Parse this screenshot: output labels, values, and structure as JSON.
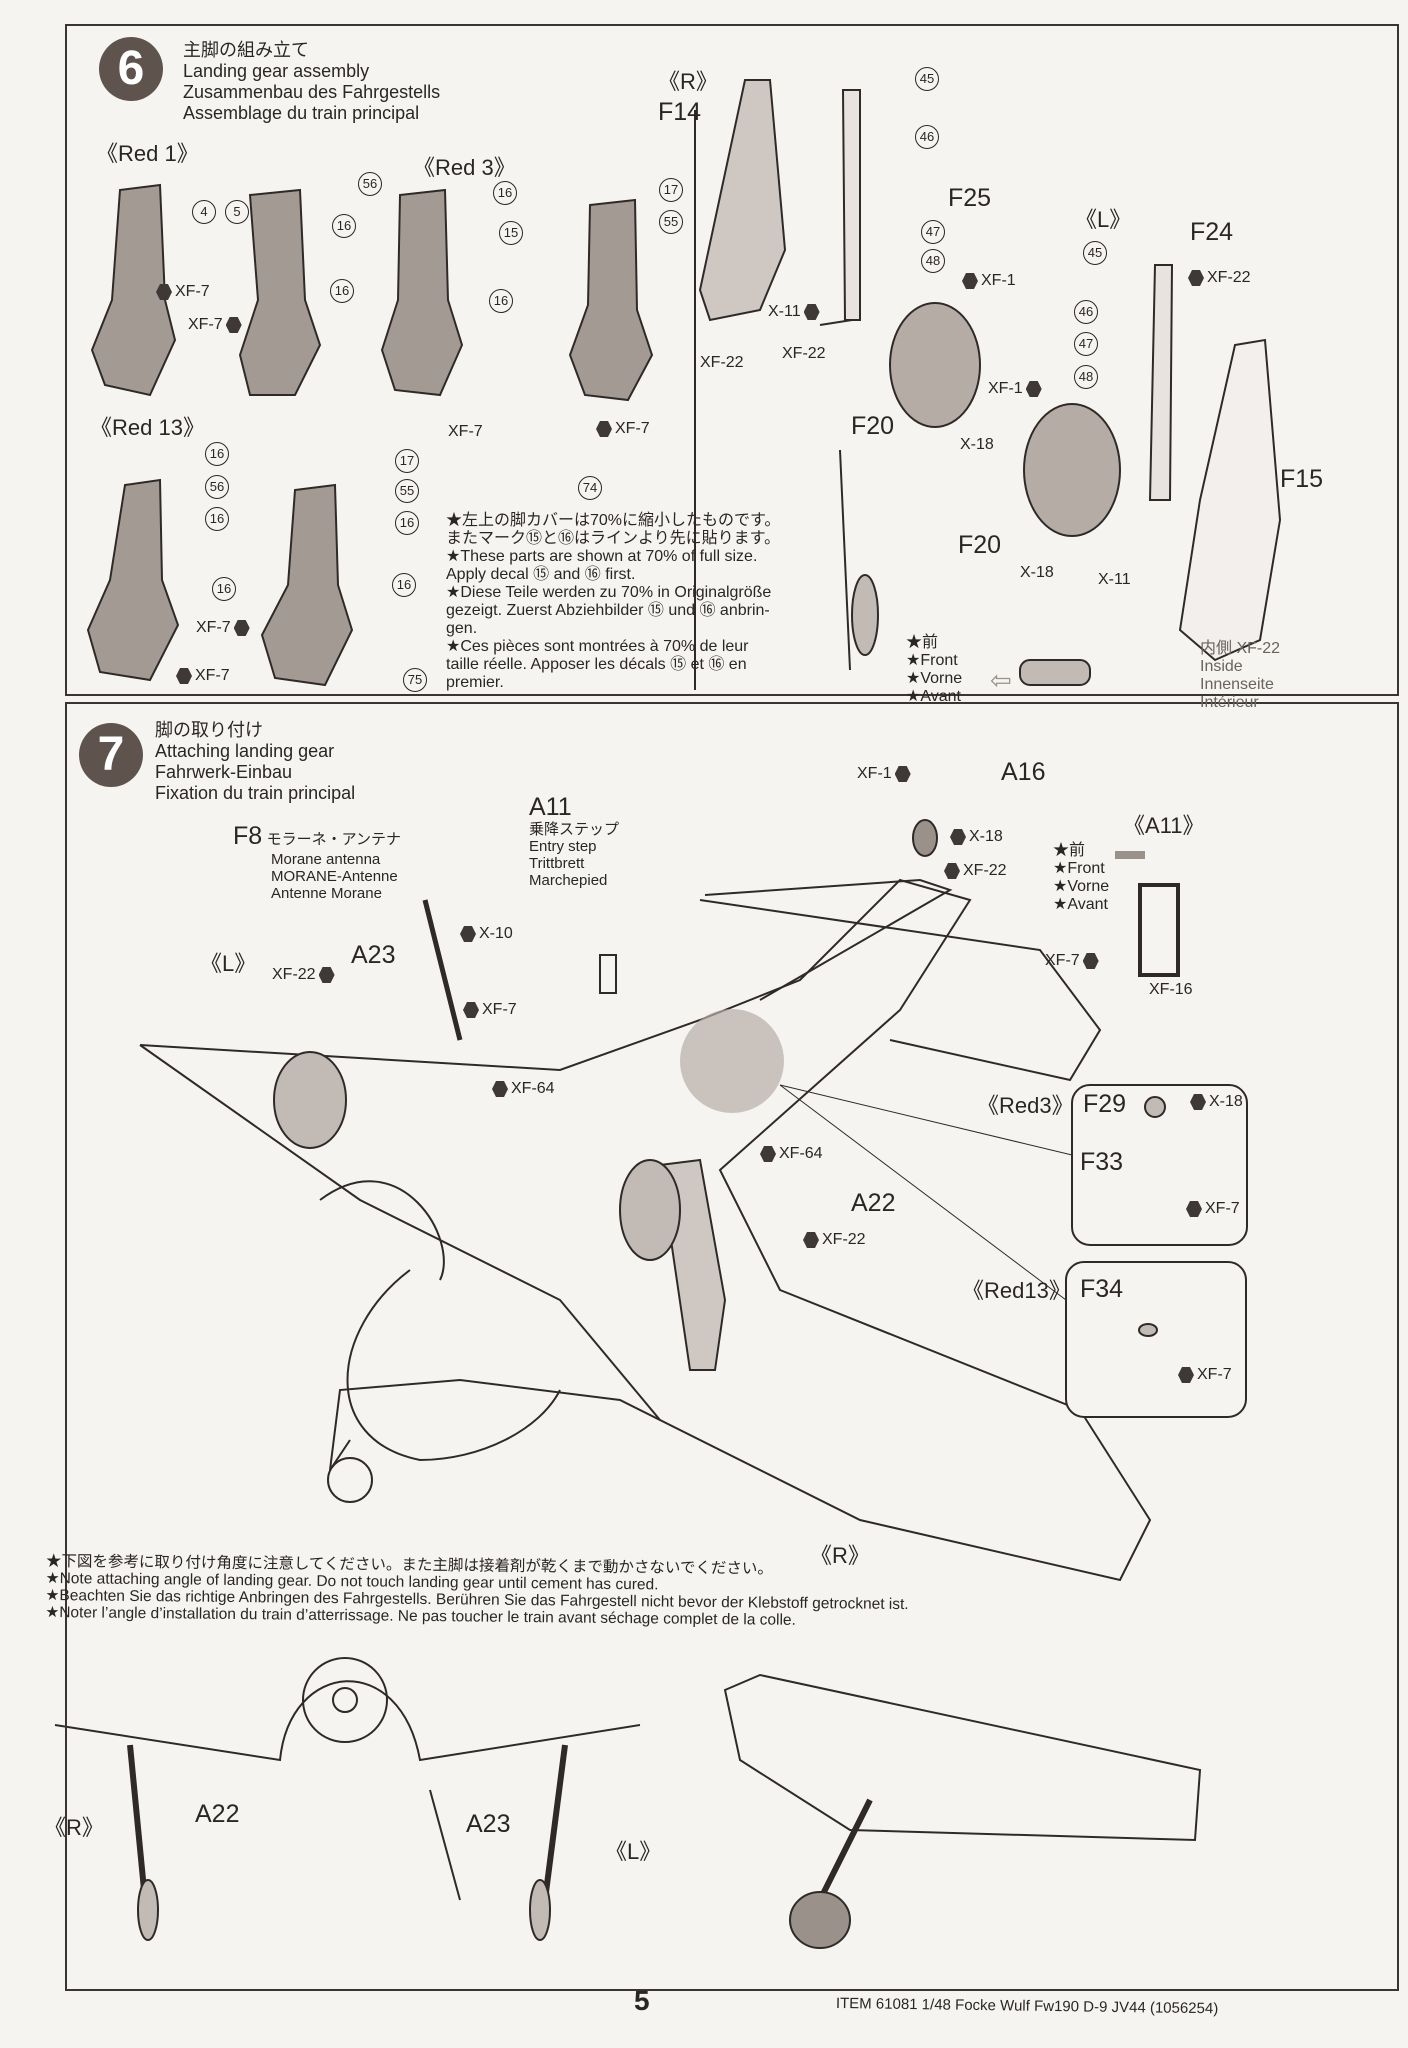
{
  "step6": {
    "number": "6",
    "title_ja": "主脚の組み立て",
    "title_en": "Landing gear assembly",
    "title_de": "Zusammenbau des Fahrgestells",
    "title_fr": "Assemblage du train principal",
    "groups": {
      "red1": "《Red 1》",
      "red3": "《Red 3》",
      "red13": "《Red 13》",
      "right": "《R》",
      "left": "《L》"
    },
    "decals": [
      "4",
      "5",
      "56",
      "16",
      "16",
      "16",
      "17",
      "55",
      "15",
      "16",
      "74",
      "16",
      "56",
      "16",
      "16",
      "17",
      "55",
      "16",
      "16",
      "75",
      "45",
      "46",
      "47",
      "48",
      "45",
      "46",
      "47",
      "48"
    ],
    "paints": [
      "XF-7",
      "XF-7",
      "XF-7",
      "XF-7",
      "XF-7",
      "XF-7",
      "XF-1",
      "X-11",
      "XF-22",
      "XF-22",
      "X-18",
      "XF-22",
      "XF-1",
      "X-18",
      "X-11"
    ],
    "parts": [
      "F14",
      "F25",
      "F20",
      "F24",
      "F15",
      "F20"
    ],
    "note": {
      "ja1": "★左上の脚カバーは70%に縮小したものです。",
      "ja2": "またマーク⑮と⑯はラインより先に貼ります。",
      "en1": "★These parts are shown at 70% of full size.",
      "en2": "Apply decal ⑮ and ⑯ first.",
      "de1": "★Diese Teile werden zu 70% in Originalgröße",
      "de2": "gezeigt. Zuerst Abziehbilder ⑮ und ⑯ anbrin-",
      "de3": "gen.",
      "fr1": "★Ces pièces sont montrées à 70% de leur",
      "fr2": "taille réelle. Apposer les décals ⑮ et ⑯ en",
      "fr3": "premier."
    },
    "front_legend": [
      "★前",
      "★Front",
      "★Vorne",
      "★Avant"
    ],
    "inside_legend": {
      "paint": "内側 XF-22",
      "en": "Inside",
      "de": "Innenseite",
      "fr": "Intérieur"
    }
  },
  "step7": {
    "number": "7",
    "title_ja": "脚の取り付け",
    "title_en": "Attaching landing gear",
    "title_de": "Fahrwerk-Einbau",
    "title_fr": "Fixation du train principal",
    "f8": {
      "part": "F8",
      "ja": "モラーネ・アンテナ",
      "en": "Morane antenna",
      "de": "MORANE-Antenne",
      "fr": "Antenne Morane"
    },
    "a11": {
      "part": "A11",
      "ja": "乗降ステップ",
      "en": "Entry step",
      "de": "Trittbrett",
      "fr": "Marchepied"
    },
    "groups": {
      "left": "《L》",
      "right": "《R》",
      "a11": "《A11》",
      "red3": "《Red3》",
      "red13": "《Red13》"
    },
    "parts": [
      "A23",
      "A16",
      "A22",
      "F29",
      "F33",
      "F34"
    ],
    "paints": [
      "X-10",
      "XF-7",
      "XF-22",
      "XF-64",
      "XF-1",
      "X-18",
      "XF-22",
      "XF-7",
      "XF-16",
      "X-18",
      "XF-7",
      "XF-7",
      "XF-64",
      "XF-22"
    ],
    "front_legend": [
      "★前",
      "★Front",
      "★Vorne",
      "★Avant"
    ],
    "note": {
      "ja": "★下図を参考に取り付け角度に注意してください。また主脚は接着剤が乾くまで動かさないでください。",
      "en": "★Note attaching angle of landing gear. Do not touch landing gear until cement has cured.",
      "de": "★Beachten Sie das richtige Anbringen des Fahrgestells. Berühren Sie das Fahrgestell nicht bevor der Klebstoff getrocknet ist.",
      "fr": "★Noter l’angle d’installation du train d’atterrissage. Ne pas toucher le train avant séchage complet de la colle."
    },
    "bottom": {
      "right": "《R》",
      "a22": "A22",
      "a23": "A23",
      "left": "《L》"
    }
  },
  "footer": {
    "page": "5",
    "item": "ITEM 61081 1/48  Focke Wulf Fw190 D-9 JV44 (1056254)"
  }
}
